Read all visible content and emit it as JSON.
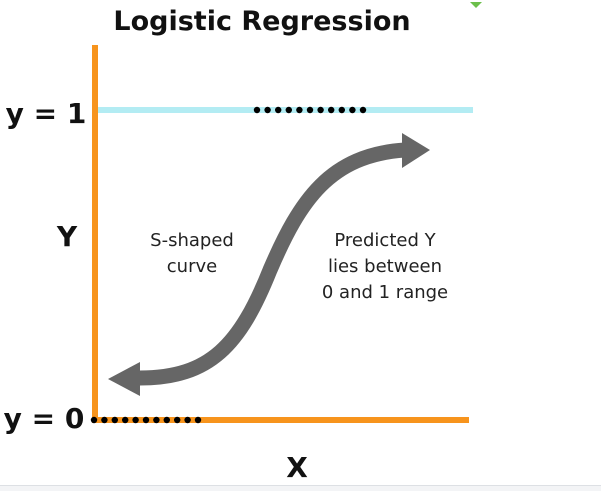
{
  "title": "Logistic Regression",
  "y_top_label": "y = 1",
  "y_bottom_label": "y = 0",
  "y_axis_label": "Y",
  "x_axis_label": "X",
  "left_annotation": [
    "S-shaped",
    "curve"
  ],
  "right_annotation": [
    "Predicted Y",
    "lies between",
    "0 and 1 range"
  ],
  "colors": {
    "axis": "#f7941d",
    "upper_line": "#b3ecf3",
    "curve": "#666666",
    "dots": "#000000",
    "text": "#111111"
  },
  "dot_count_top": 11,
  "dot_count_bottom": 11
}
